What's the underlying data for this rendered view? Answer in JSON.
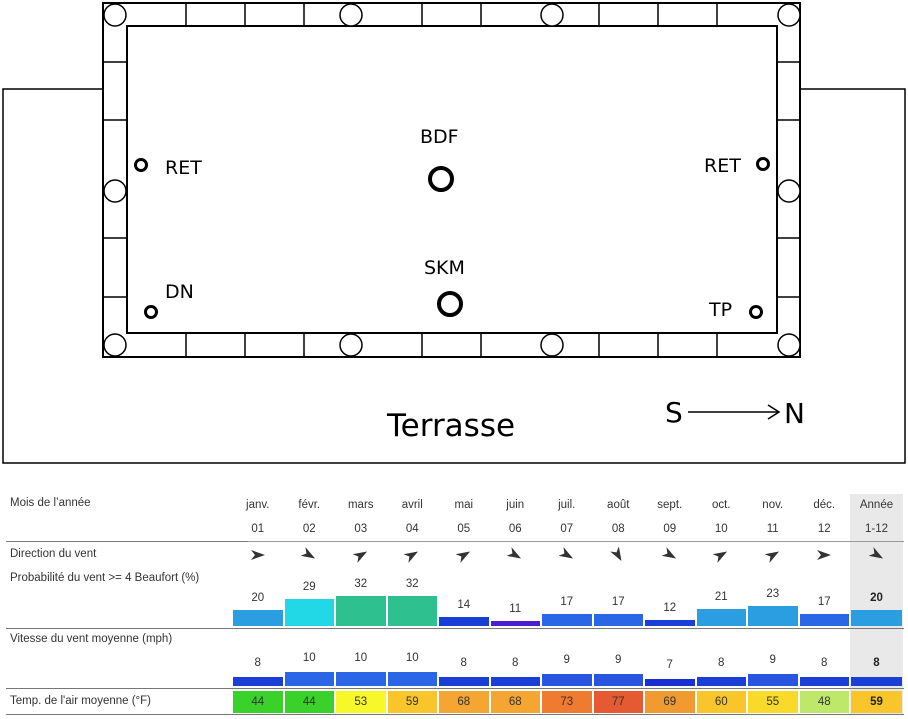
{
  "diagram": {
    "labels": {
      "bdf": "BDF",
      "skm": "SKM",
      "ret_left": "RET",
      "ret_right": "RET",
      "dn": "DN",
      "tp": "TP",
      "terrace": "Terrasse",
      "south": "S",
      "north": "N"
    }
  },
  "wind_table": {
    "month_header": "Mois de l’année",
    "months": [
      "janv.",
      "févr.",
      "mars",
      "avril",
      "mai",
      "juin",
      "juil.",
      "août",
      "sept.",
      "oct.",
      "nov.",
      "déc."
    ],
    "month_numbers": [
      "01",
      "02",
      "03",
      "04",
      "05",
      "06",
      "07",
      "08",
      "09",
      "10",
      "11",
      "12"
    ],
    "year_label": "Année",
    "year_range": "1-12",
    "rows": {
      "direction": "Direction du vent",
      "probability": "Probabilité du vent >= 4 Beaufort  (%)",
      "speed": "Vitesse du vent moyenne  (mph)",
      "temperature": "Temp. de l'air moyenne  (°F)"
    },
    "direction_angles": [
      0,
      30,
      -30,
      -30,
      -30,
      30,
      30,
      60,
      30,
      -30,
      -30,
      0,
      30
    ],
    "probability": [
      20,
      29,
      32,
      32,
      14,
      11,
      17,
      17,
      12,
      21,
      23,
      17
    ],
    "probability_year": 20,
    "probability_colors": [
      "#2a9ee0",
      "#22d8e6",
      "#2ec08e",
      "#2ec08e",
      "#1a3fd6",
      "#4a1fd0",
      "#2a66e6",
      "#2a66e6",
      "#1a3fd6",
      "#2a9ee0",
      "#2a9ee0",
      "#2a66e6",
      "#2a9ee0"
    ],
    "speed": [
      8,
      10,
      10,
      10,
      8,
      8,
      9,
      9,
      7,
      8,
      9,
      8
    ],
    "speed_year": 8,
    "speed_colors": [
      "#1a3fd6",
      "#2a66e6",
      "#2a66e6",
      "#2a66e6",
      "#1a3fd6",
      "#1a3fd6",
      "#2a55e0",
      "#2a55e0",
      "#1a2fd0",
      "#1a3fd6",
      "#2a55e0",
      "#1a3fd6",
      "#1a3fd6"
    ],
    "temperature": [
      44,
      44,
      53,
      59,
      68,
      68,
      73,
      77,
      69,
      60,
      55,
      48
    ],
    "temperature_year": 59,
    "temperature_colors": [
      "#39d12a",
      "#39d12a",
      "#f7f72a",
      "#f8c62a",
      "#f5a531",
      "#f5a531",
      "#ee7b30",
      "#e55a30",
      "#f09a30",
      "#f8c62a",
      "#f9d92a",
      "#bde86a",
      "#f8c62a"
    ]
  }
}
